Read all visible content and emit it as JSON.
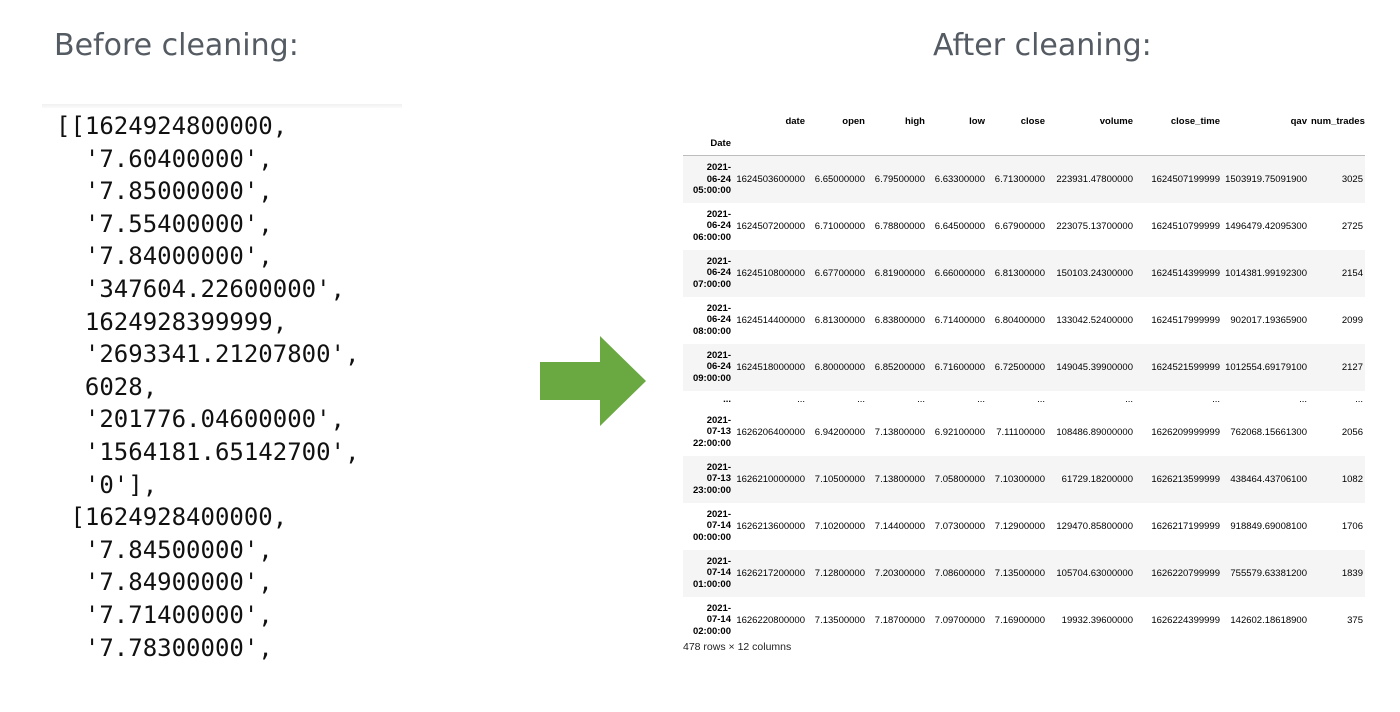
{
  "left": {
    "heading": "Before cleaning:",
    "lines": [
      "[[1624924800000,",
      "  '7.60400000',",
      "  '7.85000000',",
      "  '7.55400000',",
      "  '7.84000000',",
      "  '347604.22600000',",
      "  1624928399999,",
      "  '2693341.21207800',",
      "  6028,",
      "  '201776.04600000',",
      "  '1564181.65142700',",
      "  '0'],",
      " [1624928400000,",
      "  '7.84500000',",
      "  '7.84900000',",
      "  '7.71400000',",
      "  '7.78300000',"
    ]
  },
  "arrow": {
    "icon": "right-arrow-icon",
    "color": "#6aa842"
  },
  "right": {
    "heading": "After cleaning:",
    "dataframe": {
      "columns": [
        "date",
        "open",
        "high",
        "low",
        "close",
        "volume",
        "close_time",
        "qav",
        "num_trades"
      ],
      "index_name": "Date",
      "rows": [
        {
          "index": [
            "2021-",
            "06-24",
            "05:00:00"
          ],
          "cells": [
            "1624503600000",
            "6.65000000",
            "6.79500000",
            "6.63300000",
            "6.71300000",
            "223931.47800000",
            "1624507199999",
            "1503919.75091900",
            "3025"
          ]
        },
        {
          "index": [
            "2021-",
            "06-24",
            "06:00:00"
          ],
          "cells": [
            "1624507200000",
            "6.71000000",
            "6.78800000",
            "6.64500000",
            "6.67900000",
            "223075.13700000",
            "1624510799999",
            "1496479.42095300",
            "2725"
          ]
        },
        {
          "index": [
            "2021-",
            "06-24",
            "07:00:00"
          ],
          "cells": [
            "1624510800000",
            "6.67700000",
            "6.81900000",
            "6.66000000",
            "6.81300000",
            "150103.24300000",
            "1624514399999",
            "1014381.99192300",
            "2154"
          ]
        },
        {
          "index": [
            "2021-",
            "06-24",
            "08:00:00"
          ],
          "cells": [
            "1624514400000",
            "6.81300000",
            "6.83800000",
            "6.71400000",
            "6.80400000",
            "133042.52400000",
            "1624517999999",
            "902017.19365900",
            "2099"
          ]
        },
        {
          "index": [
            "2021-",
            "06-24",
            "09:00:00"
          ],
          "cells": [
            "1624518000000",
            "6.80000000",
            "6.85200000",
            "6.71600000",
            "6.72500000",
            "149045.39900000",
            "1624521599999",
            "1012554.69179100",
            "2127"
          ]
        },
        {
          "ellipsis": true,
          "index": [
            "..."
          ],
          "cells": [
            "...",
            "...",
            "...",
            "...",
            "...",
            "...",
            "...",
            "...",
            "..."
          ]
        },
        {
          "index": [
            "2021-",
            "07-13",
            "22:00:00"
          ],
          "cells": [
            "1626206400000",
            "6.94200000",
            "7.13800000",
            "6.92100000",
            "7.11100000",
            "108486.89000000",
            "1626209999999",
            "762068.15661300",
            "2056"
          ]
        },
        {
          "index": [
            "2021-",
            "07-13",
            "23:00:00"
          ],
          "cells": [
            "1626210000000",
            "7.10500000",
            "7.13800000",
            "7.05800000",
            "7.10300000",
            "61729.18200000",
            "1626213599999",
            "438464.43706100",
            "1082"
          ]
        },
        {
          "index": [
            "2021-",
            "07-14",
            "00:00:00"
          ],
          "cells": [
            "1626213600000",
            "7.10200000",
            "7.14400000",
            "7.07300000",
            "7.12900000",
            "129470.85800000",
            "1626217199999",
            "918849.69008100",
            "1706"
          ]
        },
        {
          "index": [
            "2021-",
            "07-14",
            "01:00:00"
          ],
          "cells": [
            "1626217200000",
            "7.12800000",
            "7.20300000",
            "7.08600000",
            "7.13500000",
            "105704.63000000",
            "1626220799999",
            "755579.63381200",
            "1839"
          ]
        },
        {
          "index": [
            "2021-",
            "07-14",
            "02:00:00"
          ],
          "cells": [
            "1626220800000",
            "7.13500000",
            "7.18700000",
            "7.09700000",
            "7.16900000",
            "19932.39600000",
            "1626224399999",
            "142602.18618900",
            "375"
          ]
        }
      ],
      "footer": "478 rows × 12 columns"
    }
  }
}
